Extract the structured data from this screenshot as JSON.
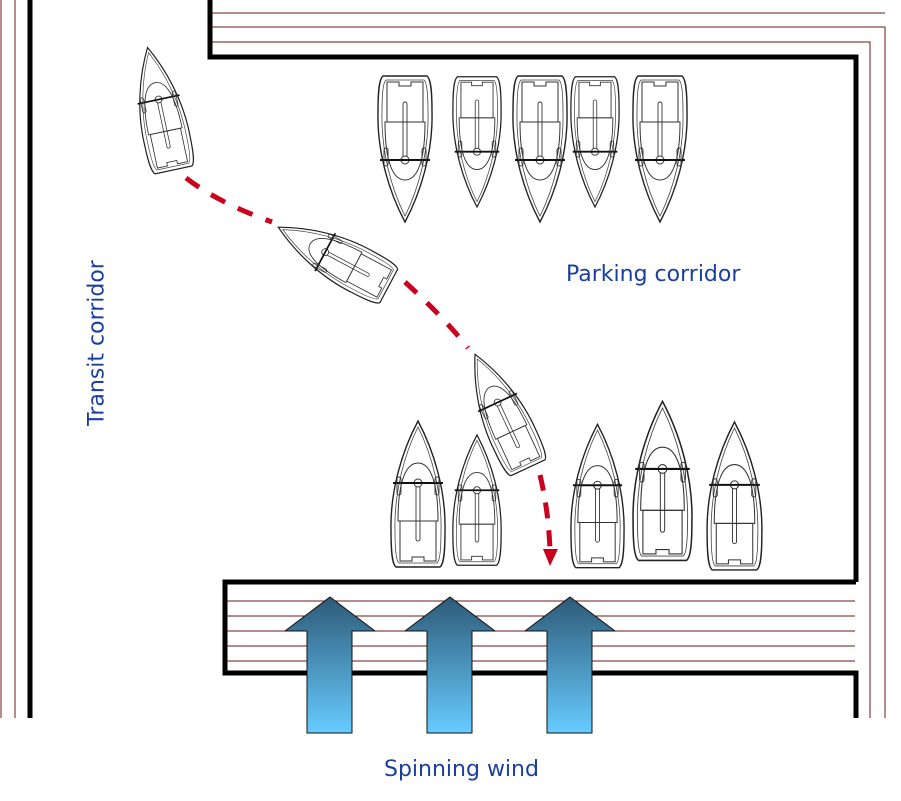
{
  "diagram": {
    "title": "Marina docking maneuver in wind",
    "labels": {
      "parking_corridor": "Parking corridor",
      "transit_corridor": "Transit corridor",
      "wind": "Spinning wind"
    },
    "colors": {
      "label_text": "#1a3fa0",
      "path": "#c8001e",
      "wall": "#000000",
      "pier_line": "#6b1a1a",
      "arrow_top": "#2e5a78",
      "arrow_bottom": "#66ccff",
      "boat_stroke": "#222222"
    },
    "moored_boats_top_row": [
      {
        "id": "top-1",
        "size": "large",
        "orientation": "bow-down"
      },
      {
        "id": "top-2",
        "size": "small",
        "orientation": "bow-down"
      },
      {
        "id": "top-3",
        "size": "large",
        "orientation": "bow-down"
      },
      {
        "id": "top-4",
        "size": "small",
        "orientation": "bow-down"
      },
      {
        "id": "top-5",
        "size": "large",
        "orientation": "bow-down"
      }
    ],
    "moored_boats_bottom_row": [
      {
        "id": "bottom-1",
        "size": "large",
        "orientation": "bow-up"
      },
      {
        "id": "bottom-2",
        "size": "small",
        "orientation": "bow-up"
      },
      {
        "id": "bottom-3",
        "size": "large",
        "orientation": "bow-up"
      },
      {
        "id": "bottom-4",
        "size": "xlarge",
        "orientation": "bow-up"
      },
      {
        "id": "bottom-5",
        "size": "large",
        "orientation": "bow-up"
      }
    ],
    "maneuvering_boat_positions": [
      {
        "step": 1,
        "heading": "bow-up"
      },
      {
        "step": 2,
        "heading": "bow-up-left"
      },
      {
        "step": 3,
        "heading": "bow-up-left"
      }
    ],
    "wind_arrows": [
      {
        "id": "wind-1",
        "direction": "up"
      },
      {
        "id": "wind-2",
        "direction": "up"
      },
      {
        "id": "wind-3",
        "direction": "up"
      }
    ],
    "path_style": "dashed",
    "path_end": "arrow"
  }
}
